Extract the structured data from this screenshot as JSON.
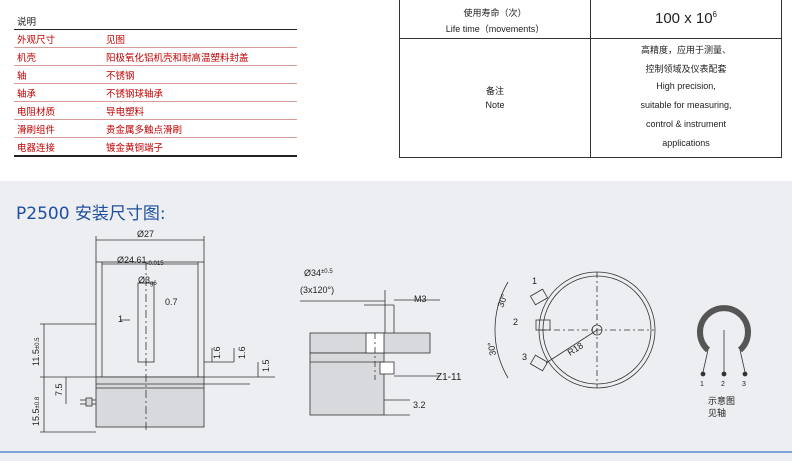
{
  "spec_table": {
    "header": "说明",
    "rows": [
      {
        "key": "外观尺寸",
        "value": "见图"
      },
      {
        "key": "机壳",
        "value": "阳极氧化铝机壳和耐高温塑料封盖"
      },
      {
        "key": "轴",
        "value": "不锈钢"
      },
      {
        "key": "轴承",
        "value": "不锈钢球轴承"
      },
      {
        "key": "电阻材质",
        "value": "导电塑料"
      },
      {
        "key": "滑刷组件",
        "value": "贵金属多触点滑刷"
      },
      {
        "key": "电器连接",
        "value": "镀金黄铜端子"
      }
    ]
  },
  "life_table": {
    "life_label_cn": "使用寿命（次）",
    "life_label_en": "Life time（movements）",
    "life_value": "100 x 10",
    "life_exp": "6",
    "note_cn": "备注",
    "note_en": "Note",
    "note_lines": [
      "高精度，应用于测量、",
      "控制领域及仪表配套",
      "High precision,",
      "suitable for measuring,",
      "control & instrument",
      "applications"
    ]
  },
  "section": {
    "title": "P2500 安装尺寸图:"
  },
  "drawing": {
    "dia27": "Ø27",
    "dia2461": "Ø24.61",
    "dia2461_tol": "-0.015",
    "dia3": "Ø3",
    "dia3_tol": "g6",
    "d07": "0.7",
    "d1": "1",
    "d115": "11.5",
    "d115_tol": "±0.5",
    "d75": "7.5",
    "d155": "15.5",
    "d155_tol": "±0.8",
    "d16a": "1.6",
    "d16b": "1.6",
    "d15": "1.5",
    "dia34": "Ø34",
    "dia34_tol": "±0.5",
    "dia34_sub": "(3x120°)",
    "m3": "M3",
    "z111": "Z1-11",
    "d32": "3.2",
    "ang30a": "30°",
    "ang30b": "30°",
    "r18": "R18",
    "p1": "1",
    "p2": "2",
    "p3": "3",
    "s1": "1",
    "s2": "2",
    "s3": "3",
    "schem1": "示意图",
    "schem2": "见轴"
  },
  "colors": {
    "accent": "#1f4fa0",
    "table_text": "#c00000",
    "band": "#eceef1"
  }
}
